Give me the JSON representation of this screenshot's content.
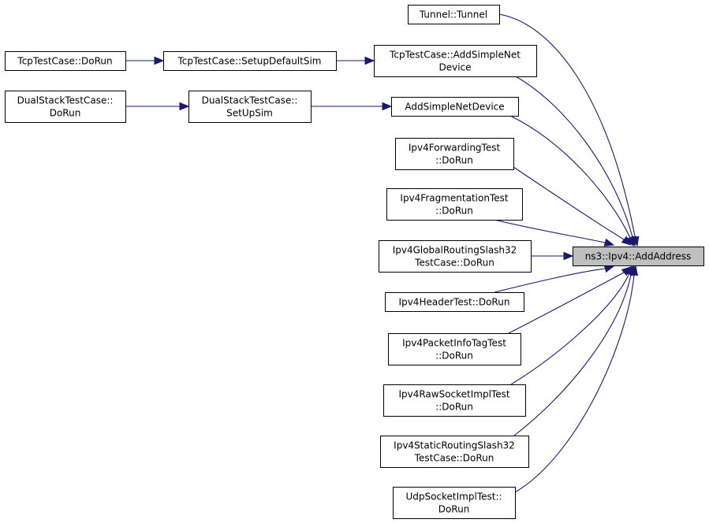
{
  "colors": {
    "edge": "#191970",
    "target_fill": "#bfbfbf",
    "node_fill": "#ffffff",
    "border": "#000000"
  },
  "nodes": [
    {
      "id": "tunnel",
      "lines": [
        "Tunnel::Tunnel"
      ]
    },
    {
      "id": "tcp-addsnd",
      "lines": [
        "TcpTestCase::AddSimpleNet",
        "Device"
      ]
    },
    {
      "id": "tcp-setup",
      "lines": [
        "TcpTestCase::SetupDefaultSim"
      ]
    },
    {
      "id": "tcp-dorun",
      "lines": [
        "TcpTestCase::DoRun"
      ]
    },
    {
      "id": "addsnd",
      "lines": [
        "AddSimpleNetDevice"
      ]
    },
    {
      "id": "ds-setup",
      "lines": [
        "DualStackTestCase::",
        "SetUpSim"
      ]
    },
    {
      "id": "ds-dorun",
      "lines": [
        "DualStackTestCase::",
        "DoRun"
      ]
    },
    {
      "id": "fwd",
      "lines": [
        "Ipv4ForwardingTest",
        "::DoRun"
      ]
    },
    {
      "id": "frag",
      "lines": [
        "Ipv4FragmentationTest",
        "::DoRun"
      ]
    },
    {
      "id": "glob",
      "lines": [
        "Ipv4GlobalRoutingSlash32",
        "TestCase::DoRun"
      ]
    },
    {
      "id": "hdr",
      "lines": [
        "Ipv4HeaderTest::DoRun"
      ]
    },
    {
      "id": "pkt",
      "lines": [
        "Ipv4PacketInfoTagTest",
        "::DoRun"
      ]
    },
    {
      "id": "raw",
      "lines": [
        "Ipv4RawSocketImplTest",
        "::DoRun"
      ]
    },
    {
      "id": "stat",
      "lines": [
        "Ipv4StaticRoutingSlash32",
        "TestCase::DoRun"
      ]
    },
    {
      "id": "udp",
      "lines": [
        "UdpSocketImplTest::",
        "DoRun"
      ]
    },
    {
      "id": "target",
      "lines": [
        "ns3::Ipv4::AddAddress"
      ]
    }
  ],
  "edges": [
    {
      "from": "tcp-dorun",
      "to": "tcp-setup"
    },
    {
      "from": "tcp-setup",
      "to": "tcp-addsnd"
    },
    {
      "from": "ds-dorun",
      "to": "ds-setup"
    },
    {
      "from": "ds-setup",
      "to": "addsnd"
    },
    {
      "from": "tunnel",
      "to": "target"
    },
    {
      "from": "tcp-addsnd",
      "to": "target"
    },
    {
      "from": "addsnd",
      "to": "target"
    },
    {
      "from": "fwd",
      "to": "target"
    },
    {
      "from": "frag",
      "to": "target"
    },
    {
      "from": "glob",
      "to": "target"
    },
    {
      "from": "hdr",
      "to": "target"
    },
    {
      "from": "pkt",
      "to": "target"
    },
    {
      "from": "raw",
      "to": "target"
    },
    {
      "from": "stat",
      "to": "target"
    },
    {
      "from": "udp",
      "to": "target"
    }
  ]
}
